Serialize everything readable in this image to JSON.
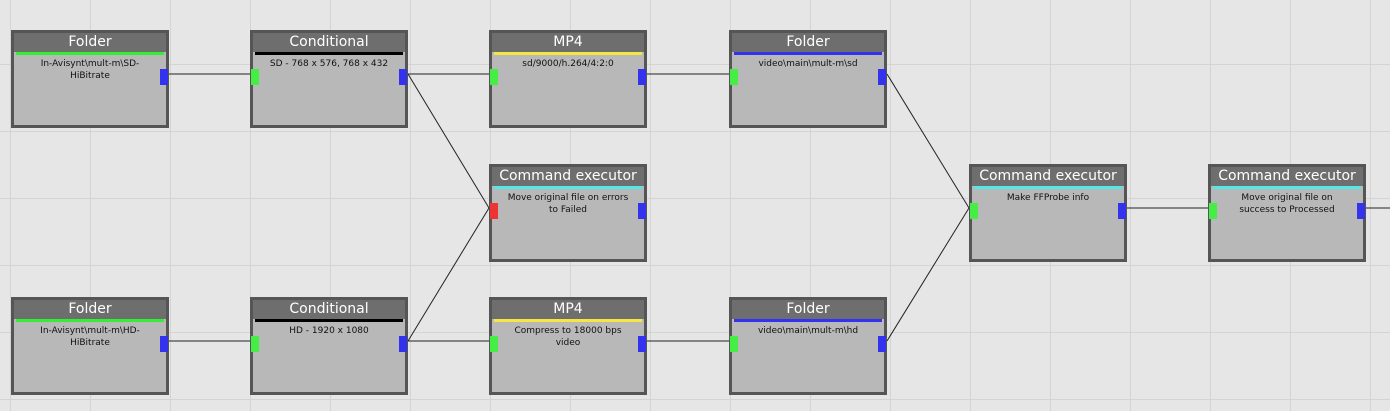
{
  "colors": {
    "accent_folder_green": "#33ee33",
    "accent_folder_blue": "#3333ee",
    "accent_conditional": "#000000",
    "accent_mp4": "#f5e642",
    "accent_command": "#55e6e6",
    "port_in": "#44ee44",
    "port_error": "#ee3333",
    "port_out": "#3333ee"
  },
  "nodes": [
    {
      "id": "n1",
      "title": "Folder",
      "desc": "In-Avisynt\\mult-m\\SD-HiBitrate",
      "accent": "accent_folder_green",
      "in_port": "",
      "out_port": "port_out"
    },
    {
      "id": "n2",
      "title": "Conditional",
      "desc": "SD - 768 x 576, 768 x 432",
      "accent": "accent_conditional",
      "in_port": "port_in",
      "out_port": "port_out"
    },
    {
      "id": "n3",
      "title": "MP4",
      "desc": "sd/9000/h.264/4:2:0",
      "accent": "accent_mp4",
      "in_port": "port_in",
      "out_port": "port_out"
    },
    {
      "id": "n4",
      "title": "Folder",
      "desc": "video\\main\\mult-m\\sd",
      "accent": "accent_folder_blue",
      "in_port": "port_in",
      "out_port": "port_out"
    },
    {
      "id": "n5",
      "title": "Command executor",
      "desc": "Move original file on errors to Failed",
      "accent": "accent_command",
      "in_port": "port_error",
      "out_port": "port_out"
    },
    {
      "id": "n6",
      "title": "Folder",
      "desc": "In-Avisynt\\mult-m\\HD-HiBitrate",
      "accent": "accent_folder_green",
      "in_port": "",
      "out_port": "port_out"
    },
    {
      "id": "n7",
      "title": "Conditional",
      "desc": "HD - 1920 x 1080",
      "accent": "accent_conditional",
      "in_port": "port_in",
      "out_port": "port_out"
    },
    {
      "id": "n8",
      "title": "MP4",
      "desc": "Compress to 18000 bps video",
      "accent": "accent_mp4",
      "in_port": "port_in",
      "out_port": "port_out"
    },
    {
      "id": "n9",
      "title": "Folder",
      "desc": "video\\main\\mult-m\\hd",
      "accent": "accent_folder_blue",
      "in_port": "port_in",
      "out_port": "port_out"
    },
    {
      "id": "n10",
      "title": "Command executor",
      "desc": "Make FFProbe info",
      "accent": "accent_command",
      "in_port": "port_in",
      "out_port": "port_out"
    },
    {
      "id": "n11",
      "title": "Command executor",
      "desc": "Move original file on success to Processed",
      "accent": "accent_command",
      "in_port": "port_in",
      "out_port": "port_out"
    }
  ],
  "edges": [
    {
      "from": "n1",
      "to": "n2"
    },
    {
      "from": "n2",
      "to": "n3"
    },
    {
      "from": "n2",
      "to": "n5"
    },
    {
      "from": "n3",
      "to": "n4"
    },
    {
      "from": "n4",
      "to": "n10"
    },
    {
      "from": "n6",
      "to": "n7"
    },
    {
      "from": "n7",
      "to": "n8"
    },
    {
      "from": "n7",
      "to": "n5"
    },
    {
      "from": "n8",
      "to": "n9"
    },
    {
      "from": "n9",
      "to": "n10"
    },
    {
      "from": "n10",
      "to": "n11"
    },
    {
      "from": "n11",
      "to": "offscreen"
    }
  ]
}
